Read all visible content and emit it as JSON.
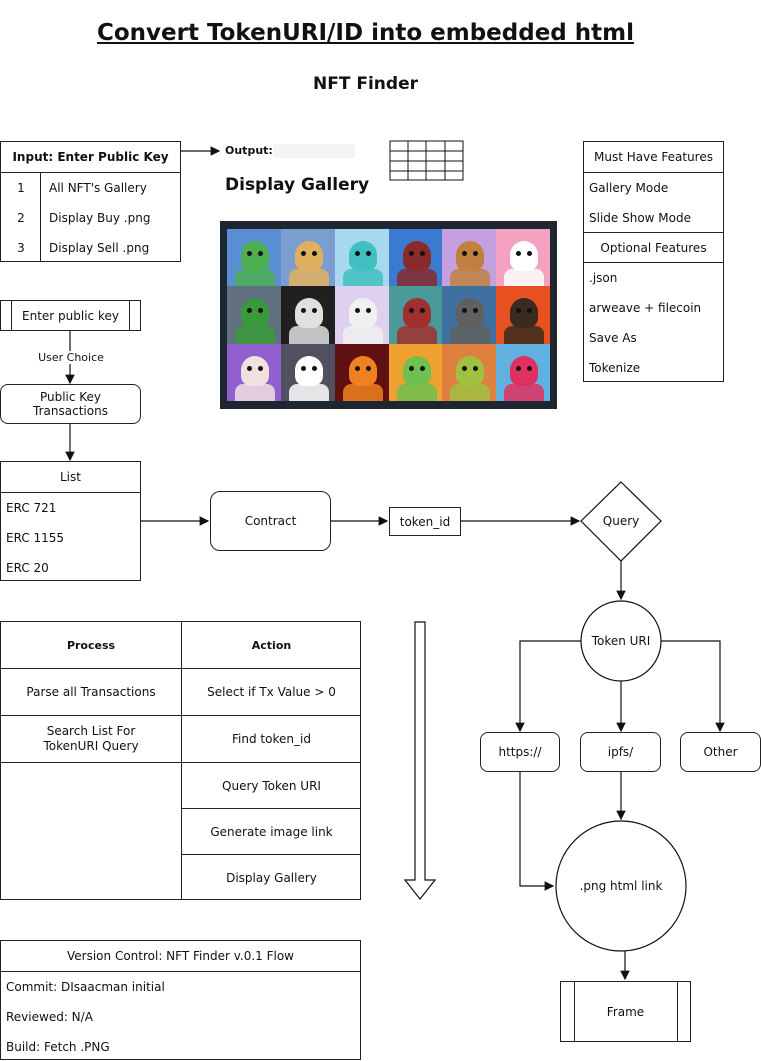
{
  "header": {
    "title": "Convert TokenURI/ID into embedded html",
    "subtitle": "NFT Finder"
  },
  "input_table": {
    "header": "Input: Enter Public Key",
    "rows": [
      {
        "num": "1",
        "label": "All NFT's Gallery"
      },
      {
        "num": "2",
        "label": "Display Buy .png"
      },
      {
        "num": "3",
        "label": "Display Sell .png"
      }
    ]
  },
  "output": {
    "label": "Output:",
    "gallery_title": "Display Gallery"
  },
  "features": {
    "must_have_header": "Must Have Features",
    "must_have": [
      "Gallery Mode",
      "Slide Show Mode"
    ],
    "optional_header": "Optional Features",
    "optional": [
      ".json",
      "arweave + filecoin",
      "Save As",
      "Tokenize"
    ]
  },
  "flow": {
    "enter_public_key": "Enter public key",
    "user_choice": "User Choice",
    "public_key_transactions": "Public Key\nTransactions",
    "list_header": "List",
    "list_items": [
      "ERC 721",
      "ERC 1155",
      "ERC 20"
    ],
    "contract": "Contract",
    "token_id": "token_id",
    "query": "Query",
    "token_uri": "Token URI",
    "https": "https://",
    "ipfs": "ipfs/",
    "other": "Other",
    "png_link": ".png html link",
    "frame": "Frame"
  },
  "process_table": {
    "headers": {
      "process": "Process",
      "action": "Action"
    },
    "process": [
      "Parse all Transactions",
      "Search List For\nTokenURI Query"
    ],
    "action": [
      "Select if Tx Value > 0",
      "Find token_id",
      "Query Token URI",
      "Generate image link",
      "Display Gallery"
    ]
  },
  "version": {
    "header": "Version Control: NFT Finder v.0.1 Flow",
    "commit": "Commit: DIsaacman initial",
    "reviewed": "Reviewed: N/A",
    "build": "Build: Fetch .PNG"
  },
  "gallery_tiles": [
    {
      "bg": "#5a8fd6",
      "fg": "#4caf50"
    },
    {
      "bg": "#7a9ecf",
      "fg": "#e0b060"
    },
    {
      "bg": "#a8d8f0",
      "fg": "#40c0c0"
    },
    {
      "bg": "#3a7ad0",
      "fg": "#8a2a2a"
    },
    {
      "bg": "#c4a0e0",
      "fg": "#c08040"
    },
    {
      "bg": "#f4a0c0",
      "fg": "#ffffff"
    },
    {
      "bg": "#607080",
      "fg": "#3a9a3a"
    },
    {
      "bg": "#202020",
      "fg": "#e0e0e0"
    },
    {
      "bg": "#e0d0f0",
      "fg": "#f0f0f0"
    },
    {
      "bg": "#4a9a9a",
      "fg": "#a03030"
    },
    {
      "bg": "#4070a0",
      "fg": "#606060"
    },
    {
      "bg": "#e85020",
      "fg": "#3a2a20"
    },
    {
      "bg": "#9060d0",
      "fg": "#f0e0e0"
    },
    {
      "bg": "#505060",
      "fg": "#ffffff"
    },
    {
      "bg": "#601010",
      "fg": "#f08020"
    },
    {
      "bg": "#f0a030",
      "fg": "#70c050"
    },
    {
      "bg": "#e08040",
      "fg": "#a0c040"
    },
    {
      "bg": "#60b0e0",
      "fg": "#e03060"
    }
  ]
}
